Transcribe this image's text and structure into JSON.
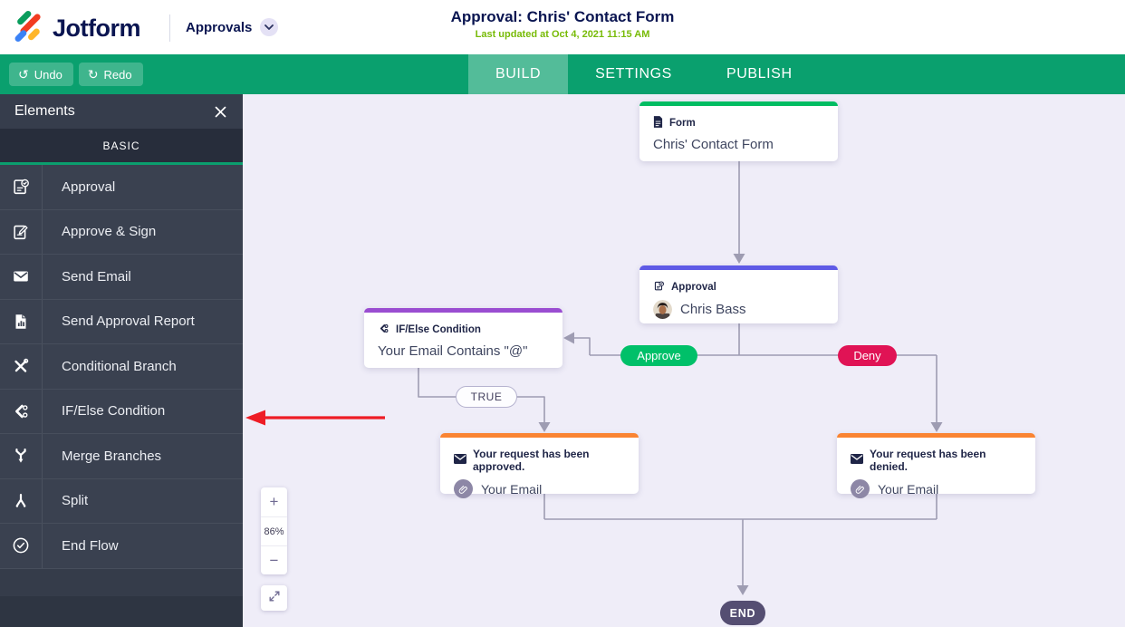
{
  "header": {
    "brand": "Jotform",
    "workspace_label": "Approvals",
    "title": "Approval: Chris' Contact Form",
    "subtitle": "Last updated at Oct 4, 2021 11:15 AM"
  },
  "toolbar": {
    "undo": "Undo",
    "redo": "Redo",
    "tabs": [
      {
        "label": "BUILD",
        "active": true
      },
      {
        "label": "SETTINGS",
        "active": false
      },
      {
        "label": "PUBLISH",
        "active": false
      }
    ]
  },
  "sidebar": {
    "title": "Elements",
    "section_label": "BASIC",
    "items": [
      {
        "label": "Approval",
        "icon": "approval-icon"
      },
      {
        "label": "Approve & Sign",
        "icon": "approve-sign-icon"
      },
      {
        "label": "Send Email",
        "icon": "send-email-icon"
      },
      {
        "label": "Send Approval Report",
        "icon": "send-report-icon"
      },
      {
        "label": "Conditional Branch",
        "icon": "conditional-branch-icon"
      },
      {
        "label": "IF/Else Condition",
        "icon": "if-else-icon"
      },
      {
        "label": "Merge Branches",
        "icon": "merge-branches-icon"
      },
      {
        "label": "Split",
        "icon": "split-icon"
      },
      {
        "label": "End Flow",
        "icon": "end-flow-icon"
      }
    ]
  },
  "canvas": {
    "zoom": {
      "plus": "+",
      "level": "86%",
      "minus": "−"
    },
    "nodes": {
      "form": {
        "type_label": "Form",
        "title": "Chris' Contact Form",
        "accent_color": "#01bd62"
      },
      "approval": {
        "type_label": "Approval",
        "assignee": "Chris Bass",
        "accent_color": "#5e5ae6"
      },
      "if_else": {
        "type_label": "IF/Else Condition",
        "title": "Your Email Contains \"@\"",
        "accent_color": "#9a4dd1"
      },
      "email_approved": {
        "title": "Your request has been approved.",
        "attachment_label": "Your Email",
        "accent_color": "#fa8432"
      },
      "email_denied": {
        "title": "Your request has been denied.",
        "attachment_label": "Your Email",
        "accent_color": "#fa8432"
      }
    },
    "branch_labels": {
      "approve": "Approve",
      "deny": "Deny",
      "true": "TRUE"
    },
    "end_label": "END",
    "colors": {
      "approve_pill": "#00c069",
      "deny_pill": "#e01355",
      "end_pill": "#554e72",
      "connector_line": "#9e9cb2",
      "annotation_arrow": "#ee1c25",
      "canvas_background": "#efedf8",
      "toolbar_green": "#0aa06e",
      "title_navy": "#0a1551",
      "subtitle_green": "#78bb07"
    }
  }
}
